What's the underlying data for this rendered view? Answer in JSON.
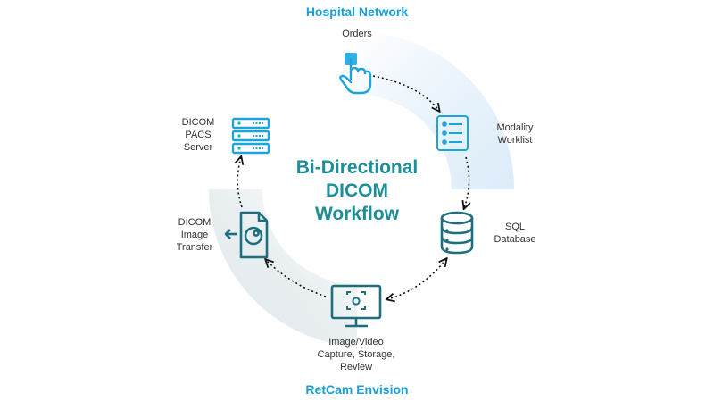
{
  "top_title": "Hospital Network",
  "bottom_title": "RetCam Envision",
  "center_title": "Bi-Directional\nDICOM\nWorkflow",
  "nodes": {
    "orders": {
      "label": "Orders",
      "icon": "hand-pointer-icon"
    },
    "worklist": {
      "label": "Modality\nWorklist",
      "icon": "worklist-icon"
    },
    "sql": {
      "label": "SQL\nDatabase",
      "icon": "database-icon"
    },
    "capture": {
      "label": "Image/Video\nCapture, Storage,\nReview",
      "icon": "monitor-camera-icon"
    },
    "transfer": {
      "label": "DICOM\nImage\nTransfer",
      "icon": "image-file-icon"
    },
    "pacs": {
      "label": "DICOM\nPACS\nServer",
      "icon": "server-icon"
    }
  },
  "colors": {
    "title_blue": "#16a0d6",
    "center_teal": "#1c8f99",
    "icon_blue": "#1aa6dd",
    "icon_teal": "#1e6f7e",
    "ring_blue": "#e3f1fb",
    "ring_gray": "#e4ecef"
  }
}
